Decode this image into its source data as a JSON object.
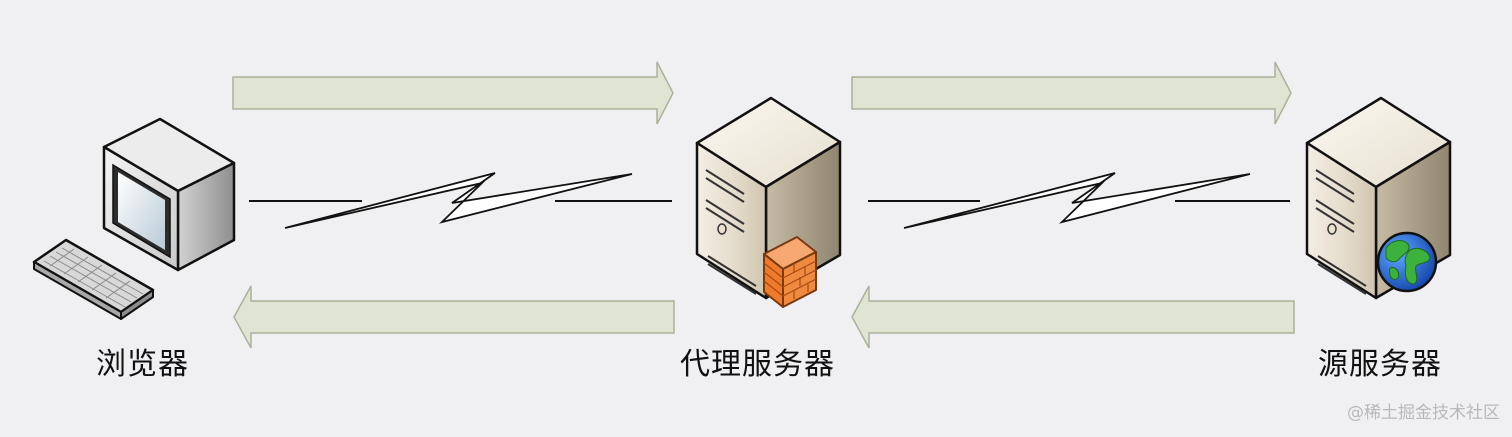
{
  "nodes": {
    "browser": {
      "label": "浏览器"
    },
    "proxy": {
      "label": "代理服务器"
    },
    "origin": {
      "label": "源服务器"
    }
  },
  "watermark": "@稀土掘金技术社区",
  "colors": {
    "background": "#f0eff2",
    "arrow_fill": "#dfe5d2",
    "firewall": "#f07a2c",
    "globe_ocean": "#1f64d8",
    "globe_land": "#3cb13c"
  },
  "icons": [
    "desktop-computer-icon",
    "keyboard-icon",
    "server-icon",
    "firewall-icon",
    "globe-icon",
    "lightning-link-icon"
  ]
}
